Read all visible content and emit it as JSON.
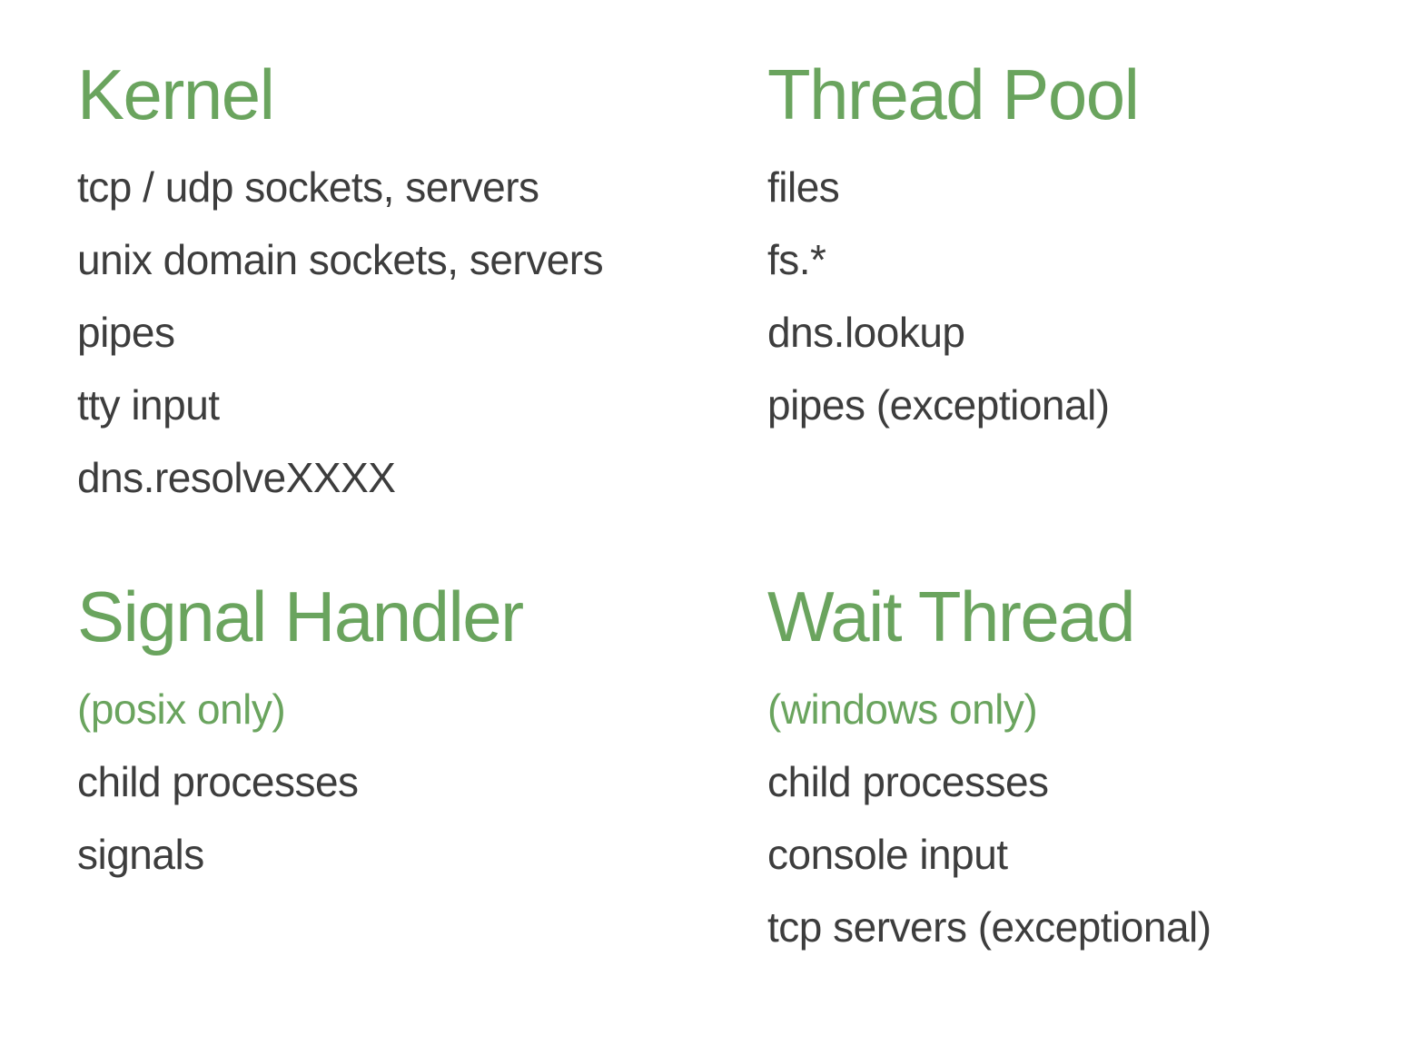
{
  "slide": {
    "background_color": "#ffffff",
    "accent_green": "#6aa45e",
    "body_text_color": "#3d3d3d",
    "sections": [
      {
        "title": "Kernel",
        "subtitle": "",
        "items": [
          "tcp / udp sockets, servers",
          "unix domain sockets, servers",
          "pipes",
          "tty input",
          "dns.resolveXXXX"
        ]
      },
      {
        "title": "Thread Pool",
        "subtitle": "",
        "items": [
          "files",
          "fs.*",
          "dns.lookup",
          "pipes (exceptional)"
        ]
      },
      {
        "title": "Signal Handler",
        "subtitle": "(posix only)",
        "items": [
          "child processes",
          "signals"
        ]
      },
      {
        "title": "Wait Thread",
        "subtitle": "(windows only)",
        "items": [
          "child processes",
          "console input",
          "tcp servers (exceptional)"
        ]
      }
    ]
  }
}
